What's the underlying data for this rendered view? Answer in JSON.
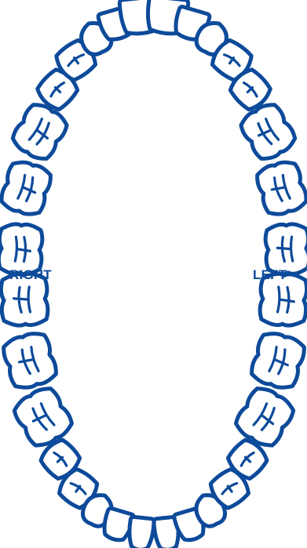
{
  "labels": {
    "right": "RIGHT",
    "left": "LEFT"
  },
  "colors": {
    "tooth_outline": "#0d4a9a",
    "tooth_fill": "#ffffff",
    "label": "#0d4a9a"
  },
  "arches": {
    "upper": {
      "teeth": [
        {
          "type": "molar"
        },
        {
          "type": "molar"
        },
        {
          "type": "molar"
        },
        {
          "type": "premolar"
        },
        {
          "type": "premolar"
        },
        {
          "type": "canine"
        },
        {
          "type": "lateral-incisor"
        },
        {
          "type": "central-incisor"
        },
        {
          "type": "central-incisor"
        },
        {
          "type": "lateral-incisor"
        },
        {
          "type": "canine"
        },
        {
          "type": "premolar"
        },
        {
          "type": "premolar"
        },
        {
          "type": "molar"
        },
        {
          "type": "molar"
        },
        {
          "type": "molar"
        }
      ]
    },
    "lower": {
      "teeth": [
        {
          "type": "molar"
        },
        {
          "type": "molar"
        },
        {
          "type": "molar"
        },
        {
          "type": "premolar"
        },
        {
          "type": "premolar"
        },
        {
          "type": "canine"
        },
        {
          "type": "lateral-incisor"
        },
        {
          "type": "central-incisor"
        },
        {
          "type": "central-incisor"
        },
        {
          "type": "lateral-incisor"
        },
        {
          "type": "canine"
        },
        {
          "type": "premolar"
        },
        {
          "type": "premolar"
        },
        {
          "type": "molar"
        },
        {
          "type": "molar"
        },
        {
          "type": "molar"
        }
      ]
    }
  }
}
